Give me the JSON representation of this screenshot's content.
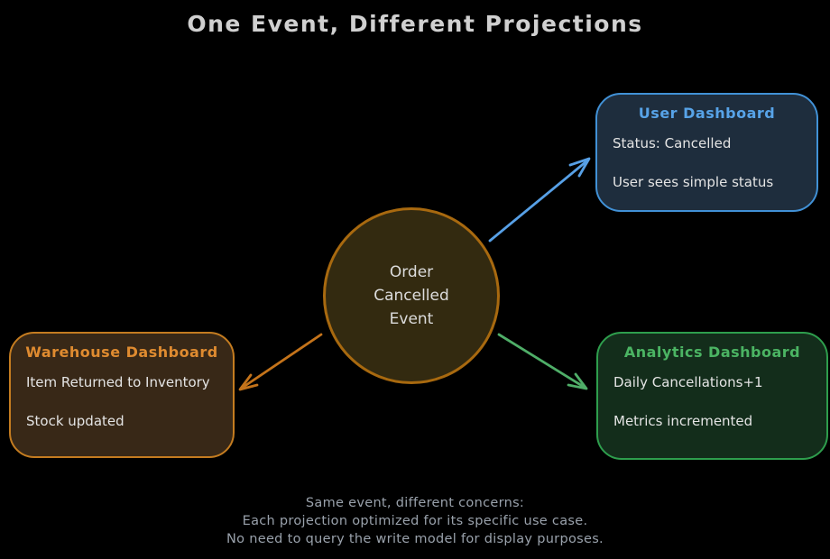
{
  "header": {
    "title": "One Event, Different Projections"
  },
  "event_node": {
    "lines": [
      "Order",
      "Cancelled",
      "Event"
    ]
  },
  "projections": [
    {
      "id": "user",
      "title": "User Dashboard",
      "lines": [
        "Status: Cancelled",
        "User sees simple status"
      ]
    },
    {
      "id": "warehouse",
      "title": "Warehouse Dashboard",
      "lines": [
        "Item Returned to Inventory",
        "Stock updated"
      ]
    },
    {
      "id": "analytics",
      "title": "Analytics Dashboard",
      "lines": [
        "Daily Cancellations+1",
        "Metrics incremented"
      ]
    }
  ],
  "footer": {
    "lines": [
      "Same event, different concerns:",
      "Each projection optimized for its specific use case.",
      "No need to query the write model for display purposes."
    ]
  },
  "palette": {
    "background": "#000000",
    "title_text": "#d0d0d0",
    "body_text": "#e4e4e4",
    "footer_text": "#99a1ab",
    "circle_fill": "#332a10",
    "circle_border": "#a8690f",
    "blue_arrow": "#57a0e6",
    "blue_border": "#4191d6",
    "blue_title": "#57a3e8",
    "blue_fill": "#1e2d3d",
    "orange_arrow": "#c4731a",
    "orange_border": "#c47c20",
    "orange_title": "#df8b30",
    "orange_fill": "#382817",
    "green_arrow": "#4fae68",
    "green_border": "#2e9e4d",
    "green_title": "#4bb463",
    "green_fill": "#132d1b"
  }
}
